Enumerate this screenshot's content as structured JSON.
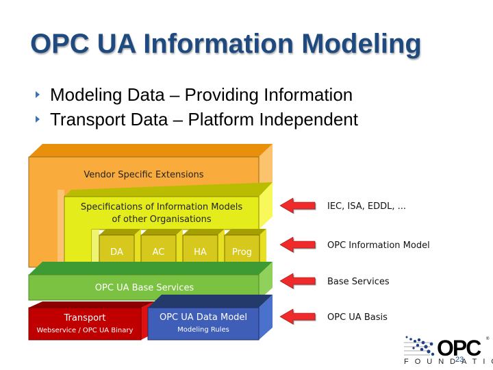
{
  "slide": {
    "title": "OPC UA Information Modeling",
    "bullets": [
      "Modeling Data – Providing Information",
      "Transport Data – Platform Independent"
    ],
    "page_number": "23"
  },
  "diagram": {
    "layers": {
      "vendor": {
        "label": "Vendor Specific Extensions",
        "color": "#f9ac3c"
      },
      "specs": {
        "label_line1": "Specifications of Information Models",
        "label_line2": "of other Organisations",
        "color": "#e6ec1c"
      },
      "modules": [
        {
          "label": "DA"
        },
        {
          "label": "AC"
        },
        {
          "label": "HA"
        },
        {
          "label": "Prog"
        }
      ],
      "base_services": {
        "label": "OPC UA Base Services",
        "color": "#7cc242"
      },
      "transport": {
        "label": "Transport",
        "sublabel": "Webservice / OPC UA Binary",
        "color": "#c00000"
      },
      "data_model": {
        "label": "OPC UA Data Model",
        "sublabel": "Modeling Rules",
        "color": "#3f5eb8"
      }
    },
    "annotations": [
      {
        "label": "IEC, ISA, EDDL, ...",
        "icon": "left-arrow-icon"
      },
      {
        "label": "OPC Information Model",
        "icon": "left-arrow-icon"
      },
      {
        "label": "Base Services",
        "icon": "left-arrow-icon"
      },
      {
        "label": "OPC UA Basis",
        "icon": "left-arrow-icon"
      }
    ],
    "arrow_color": "#ee2a2a"
  },
  "logo": {
    "mark": "OPC",
    "wordmark": "FOUNDATION",
    "registered": "®"
  }
}
